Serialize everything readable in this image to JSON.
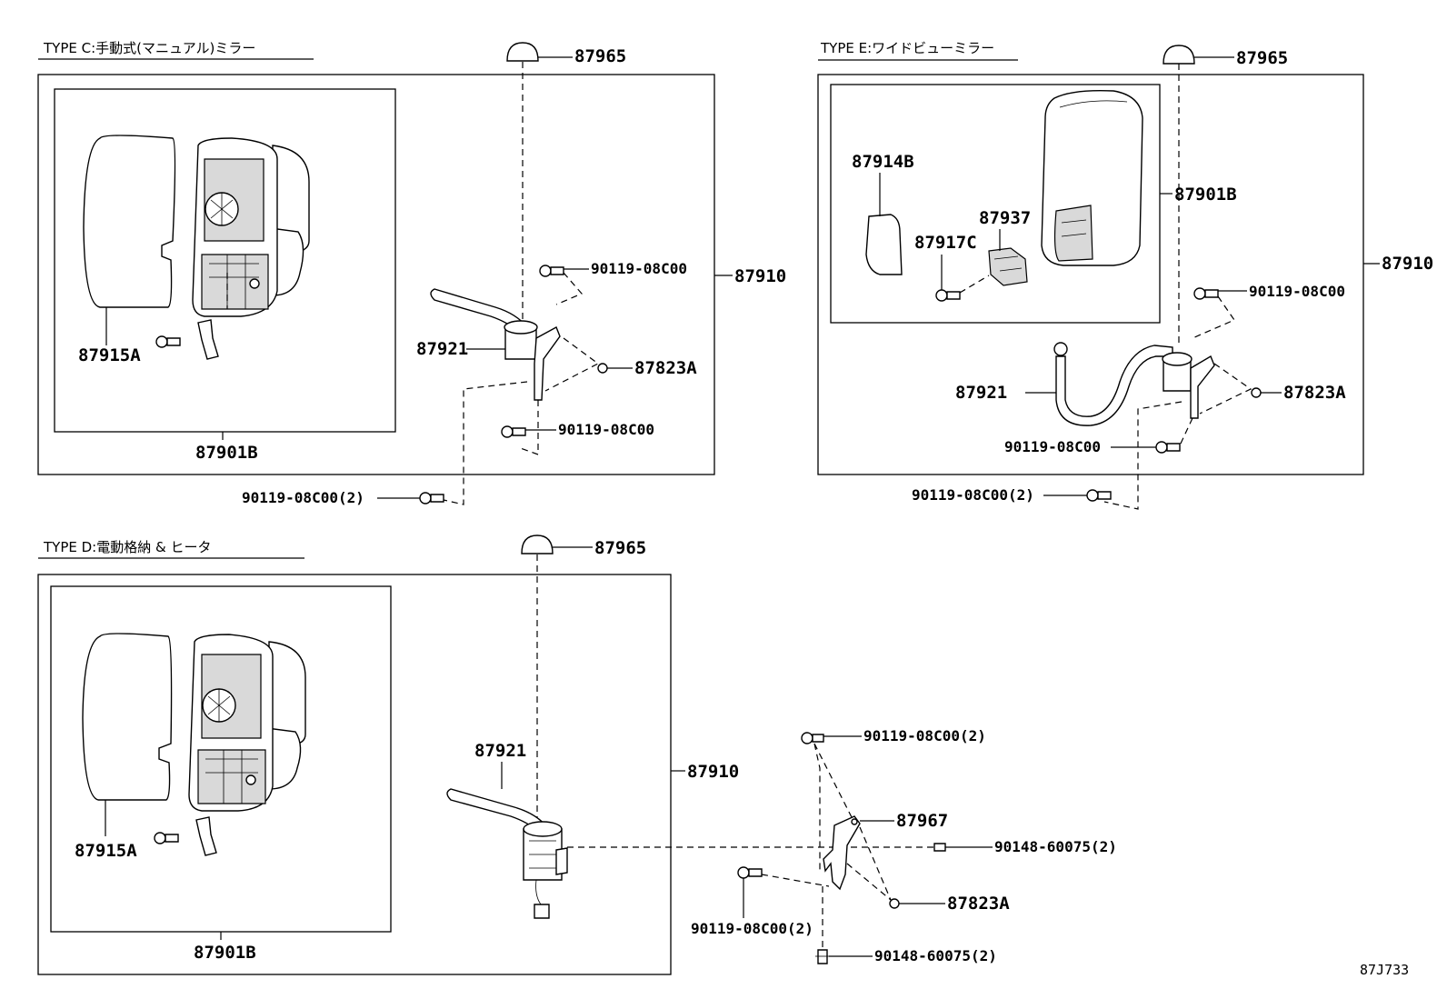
{
  "sections": {
    "type_c": {
      "title": "TYPE C:手動式(マニュアル)ミラー",
      "labels": {
        "cap": "87965",
        "bolt_top": "90119-08C00",
        "assembly": "87910",
        "arm": "87921",
        "nut": "87823A",
        "bolt_mid": "90119-08C00",
        "mirror_glass": "87915A",
        "mirror_sub": "87901B",
        "bolt_bottom": "90119-08C00(2)"
      }
    },
    "type_e": {
      "title": "TYPE E:ワイドビューミラー",
      "labels": {
        "cap": "87965",
        "cover": "87914B",
        "bracket": "87937",
        "screw": "87917C",
        "mirror_sub": "87901B",
        "assembly": "87910",
        "bolt_top": "90119-08C00",
        "arm": "87921",
        "nut": "87823A",
        "bolt_mid": "90119-08C00",
        "bolt_bottom": "90119-08C00(2)"
      }
    },
    "type_d": {
      "title": "TYPE D:電動格納 & ヒータ",
      "labels": {
        "cap": "87965",
        "arm": "87921",
        "assembly": "87910",
        "mirror_glass": "87915A",
        "mirror_sub": "87901B",
        "bolt_a": "90119-08C00(2)",
        "bracket": "87967",
        "screw_a": "90148-60075(2)",
        "nut": "87823A",
        "bolt_b": "90119-08C00(2)",
        "screw_b": "90148-60075(2)"
      }
    }
  },
  "diagram_code": "87J733"
}
